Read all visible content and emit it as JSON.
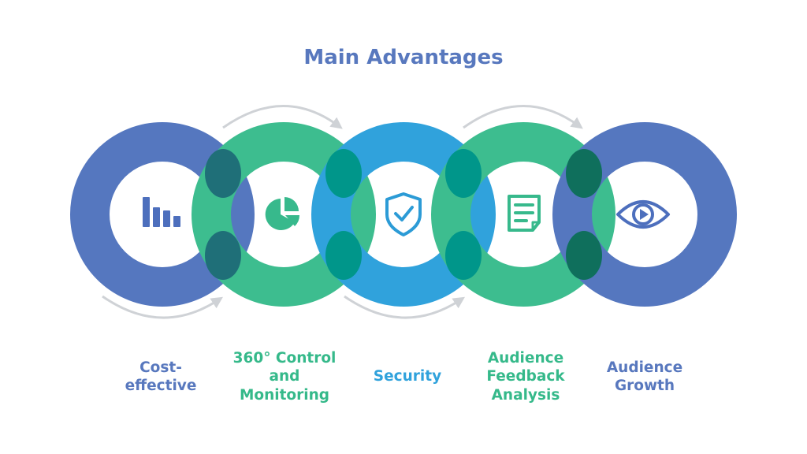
{
  "title": "Main Advantages",
  "colors": {
    "title": "#5878be",
    "blue_dark": "#5577bf",
    "green": "#3dbd8f",
    "blue_light": "#30a2dc",
    "overlap_blue_green": "#1f6f78",
    "overlap_green_blue": "#00968a",
    "overlap_green_dark": "#0f6f5c",
    "icon_blue": "#4d6fbd",
    "icon_green": "#37b98c",
    "icon_light": "#2c9bd6",
    "arrow": "#cfd2d6"
  },
  "steps": [
    {
      "icon": "bar-chart-icon",
      "label": [
        "Cost-",
        "effective"
      ],
      "color": "#5878be"
    },
    {
      "icon": "pie-chart-icon",
      "label": [
        "360° Control",
        "and",
        "Monitoring"
      ],
      "color": "#35b98a"
    },
    {
      "icon": "shield-check-icon",
      "label": [
        "Security"
      ],
      "color": "#30a2dc"
    },
    {
      "icon": "document-icon",
      "label": [
        "Audience",
        "Feedback",
        "Analysis"
      ],
      "color": "#35b98a"
    },
    {
      "icon": "eye-icon",
      "label": [
        "Audience",
        "Growth"
      ],
      "color": "#5878be"
    }
  ]
}
